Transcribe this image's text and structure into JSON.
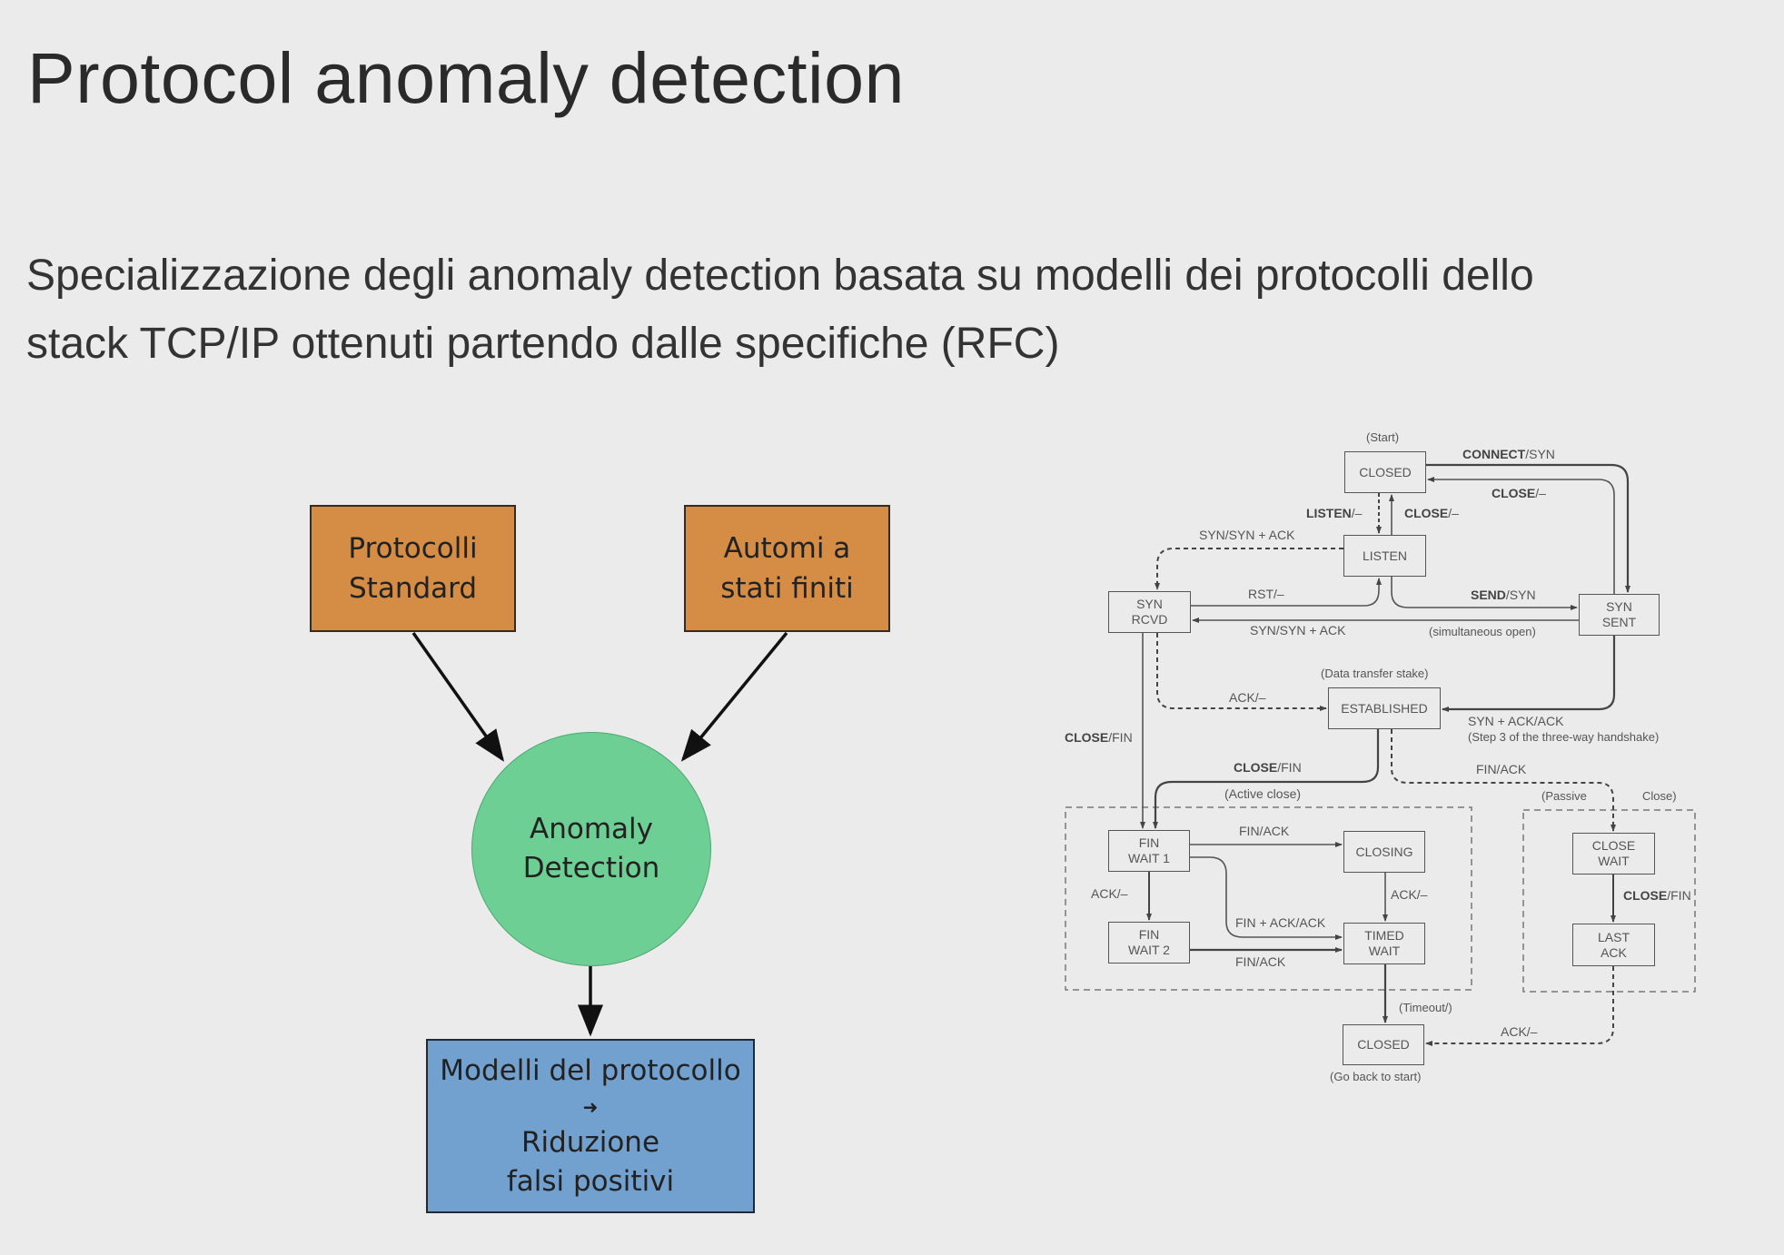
{
  "slide": {
    "title": "Protocol anomaly detection",
    "subtitle_lines": [
      "Specializzazione degli anomaly detection basata su modelli dei protocolli dello",
      "stack TCP/IP ottenuti partendo dalle specifiche (RFC)"
    ]
  },
  "left_diagram": {
    "colors": {
      "input_box": "#d58d45",
      "process_circle": "#6dcf93",
      "output_box": "#72a1cf"
    },
    "protocolli": [
      "Protocolli",
      "Standard"
    ],
    "automi": [
      "Automi a",
      "stati finiti"
    ],
    "anomaly": [
      "Anomaly",
      "Detection"
    ],
    "output": [
      "Modelli del protocollo",
      "➜",
      "Riduzione",
      "falsi positivi"
    ]
  },
  "tcp_diagram": {
    "states": {
      "closed_start": "CLOSED",
      "listen": "LISTEN",
      "syn_rcvd": [
        "SYN",
        "RCVD"
      ],
      "syn_sent": [
        "SYN",
        "SENT"
      ],
      "established": "ESTABLISHED",
      "fin_wait_1": [
        "FIN",
        "WAIT 1"
      ],
      "fin_wait_2": [
        "FIN",
        "WAIT 2"
      ],
      "closing": "CLOSING",
      "timed_wait": [
        "TIMED",
        "WAIT"
      ],
      "close_wait": [
        "CLOSE",
        "WAIT"
      ],
      "last_ack": [
        "LAST",
        "ACK"
      ],
      "closed_end": "CLOSED"
    },
    "annotations": {
      "start": "(Start)",
      "data_transfer": "(Data transfer stake)",
      "active_close": "(Active close)",
      "passive": "(Passive",
      "passive_close": "Close)",
      "timeout": "(Timeout/)",
      "go_back": "(Go back to start)",
      "simultaneous": "(simultaneous open)",
      "step3": "(Step 3 of the three-way handshake)"
    },
    "transitions": {
      "connect_bold": "CONNECT",
      "connect_rest": "/SYN",
      "close_top_bold": "CLOSE",
      "close_top_rest": "/–",
      "listen_bold": "LISTEN",
      "listen_rest": "/–",
      "close_mid_bold": "CLOSE",
      "close_mid_rest": "/–",
      "syn_synack_1": "SYN/SYN + ACK",
      "rst": "RST/–",
      "send_bold": "SEND",
      "send_rest": "/SYN",
      "syn_synack_2": "SYN/SYN + ACK",
      "ack_est": "ACK/–",
      "synack_ack": "SYN + ACK/ACK",
      "closefin_left_bold": "CLOSE",
      "closefin_left_rest": "/FIN",
      "closefin_mid_bold": "CLOSE",
      "closefin_mid_rest": "/FIN",
      "fin_ack_passive": "FIN/ACK",
      "fin_ack_1": "FIN/ACK",
      "ack_fw1": "ACK/–",
      "ack_closing": "ACK/–",
      "finack_ack": "FIN + ACK/ACK",
      "fin_ack_2": "FIN/ACK",
      "closefin_right_bold": "CLOSE",
      "closefin_right_rest": "/FIN",
      "ack_lastack": "ACK/–"
    }
  }
}
